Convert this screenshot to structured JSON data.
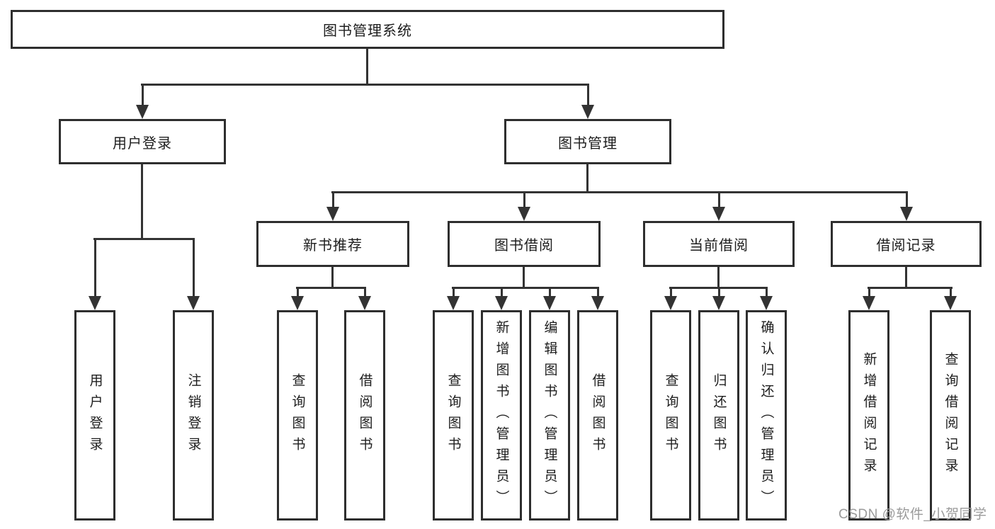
{
  "diagram_title": "图书管理系统",
  "nodes": {
    "root": "图书管理系统",
    "level2": {
      "user_login": "用户登录",
      "book_management": "图书管理"
    },
    "level3": {
      "new_book_recommend": "新书推荐",
      "book_borrow": "图书借阅",
      "current_borrow": "当前借阅",
      "borrow_records": "借阅记录"
    }
  },
  "leaves": {
    "user": [
      "用户登录",
      "注销登录"
    ],
    "new_book": [
      "查询图书",
      "借阅图书"
    ],
    "borrow": [
      "查询图书",
      "新增图书（管理员）",
      "编辑图书（管理员）",
      "借阅图书"
    ],
    "current": [
      "查询图书",
      "归还图书",
      "确认归还（管理员）"
    ],
    "records": [
      "新增借阅记录",
      "查询借阅记录"
    ]
  },
  "watermark": {
    "text": "CSDN @软件_小贺同学"
  },
  "colors": {
    "line": "#333333",
    "box_border": "#2e2e2e",
    "text": "#1d1d1d",
    "watermark": "#9b9b9b",
    "background": "#ffffff"
  }
}
